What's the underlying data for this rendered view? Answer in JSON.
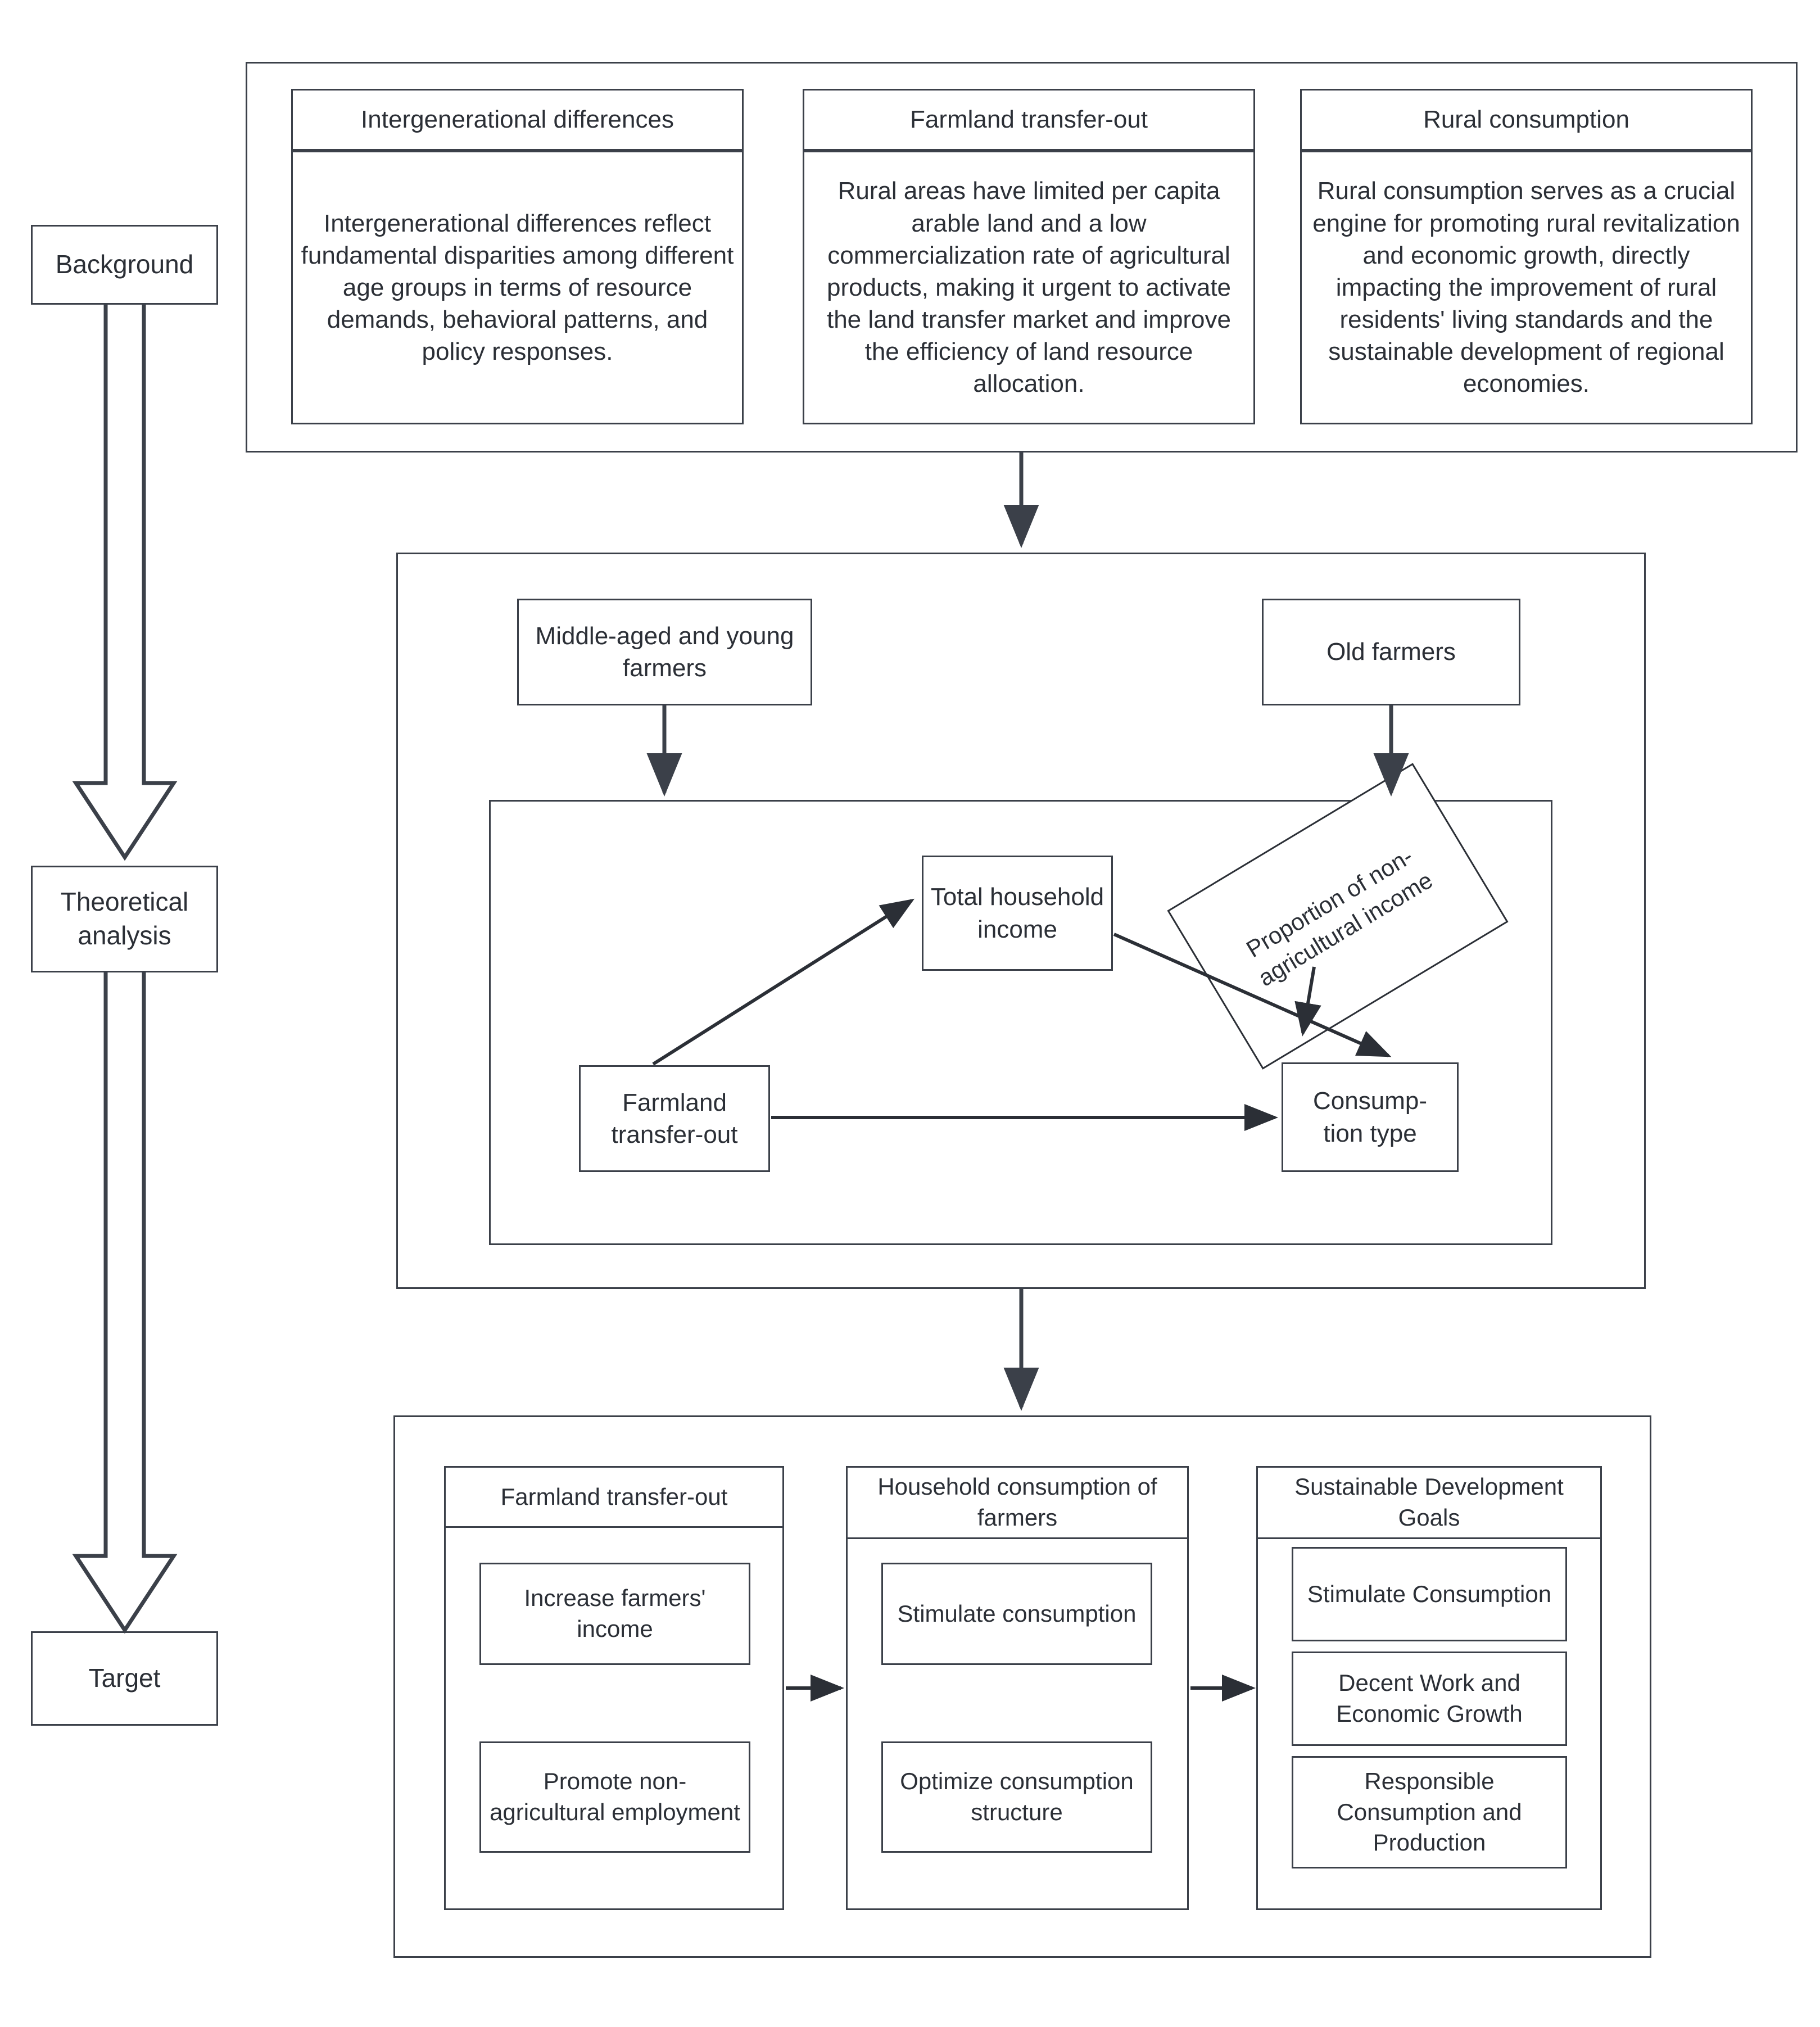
{
  "stages": {
    "background": "Background",
    "theoretical": "Theoretical\nanalysis",
    "theoretical_l1": "Theoretical",
    "theoretical_l2": "analysis",
    "target": "Target"
  },
  "background_panel": {
    "cards": [
      {
        "title": "Intergenerational differences",
        "body": "Intergenerational differences reflect fundamental disparities among different age groups in terms of resource demands, behavioral patterns, and policy responses."
      },
      {
        "title": "Farmland transfer-out",
        "body": "Rural areas have limited per capita arable land and a low commercialization rate of agricultural products, making it urgent to activate the land transfer market and improve the efficiency of land resource allocation."
      },
      {
        "title": "Rural consumption",
        "body": "Rural consumption serves as a crucial engine for promoting rural revitalization and economic growth, directly impacting the improvement of rural residents' living standards and the sustainable development of regional economies."
      }
    ]
  },
  "theory_panel": {
    "actors": [
      {
        "label": "Middle-aged and young farmers"
      },
      {
        "label": "Old farmers"
      }
    ],
    "nodes": {
      "independent": "Farmland transfer-out",
      "mediator": "Total household income",
      "outcome": "Consumption-tion type",
      "outcome_l1": "Consump-",
      "outcome_l2": "tion type",
      "moderator": "Proportion of non-agricultural income"
    }
  },
  "target_panel": {
    "columns": [
      {
        "title": "Farmland transfer-out",
        "items": [
          "Increase farmers' income",
          "Promote non-agricultural employment"
        ]
      },
      {
        "title": "Household consumption of farmers",
        "items": [
          "Stimulate consumption",
          "Optimize consumption structure"
        ]
      },
      {
        "title": "Sustainable Development Goals",
        "items": [
          "Stimulate Consumption",
          "Decent Work and Economic Growth",
          "Responsible Consumption and Production"
        ]
      }
    ]
  },
  "colors": {
    "stroke": "#3b4049",
    "ink": "#2b2f36",
    "background": "#ffffff"
  }
}
